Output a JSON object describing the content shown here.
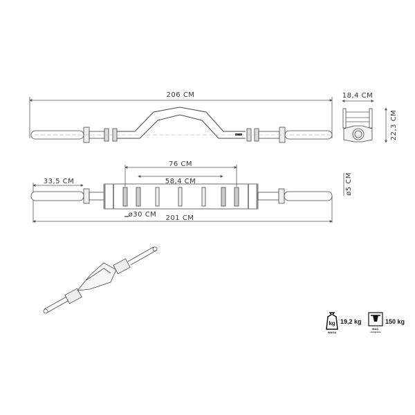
{
  "top_view": {
    "length_label": "206 CM"
  },
  "side_view": {
    "width_label": "18,4 CM",
    "height_label": "22,3 CM"
  },
  "front_view": {
    "grip_span_label": "76 CM",
    "inner_span_label": "58,4 CM",
    "sleeve_label": "33,5 CM",
    "diameter_label": "ø5 CM",
    "grip_diameter_label": "ø30 CM",
    "total_length_label": "201 CM"
  },
  "specs": {
    "weight_icon_text": "kg",
    "weight_caption": "WAGA",
    "weight_value": "19,2 kg",
    "max_caption": "MAX.",
    "max_subcaption": "obciążenie",
    "max_value": "150 kg"
  }
}
